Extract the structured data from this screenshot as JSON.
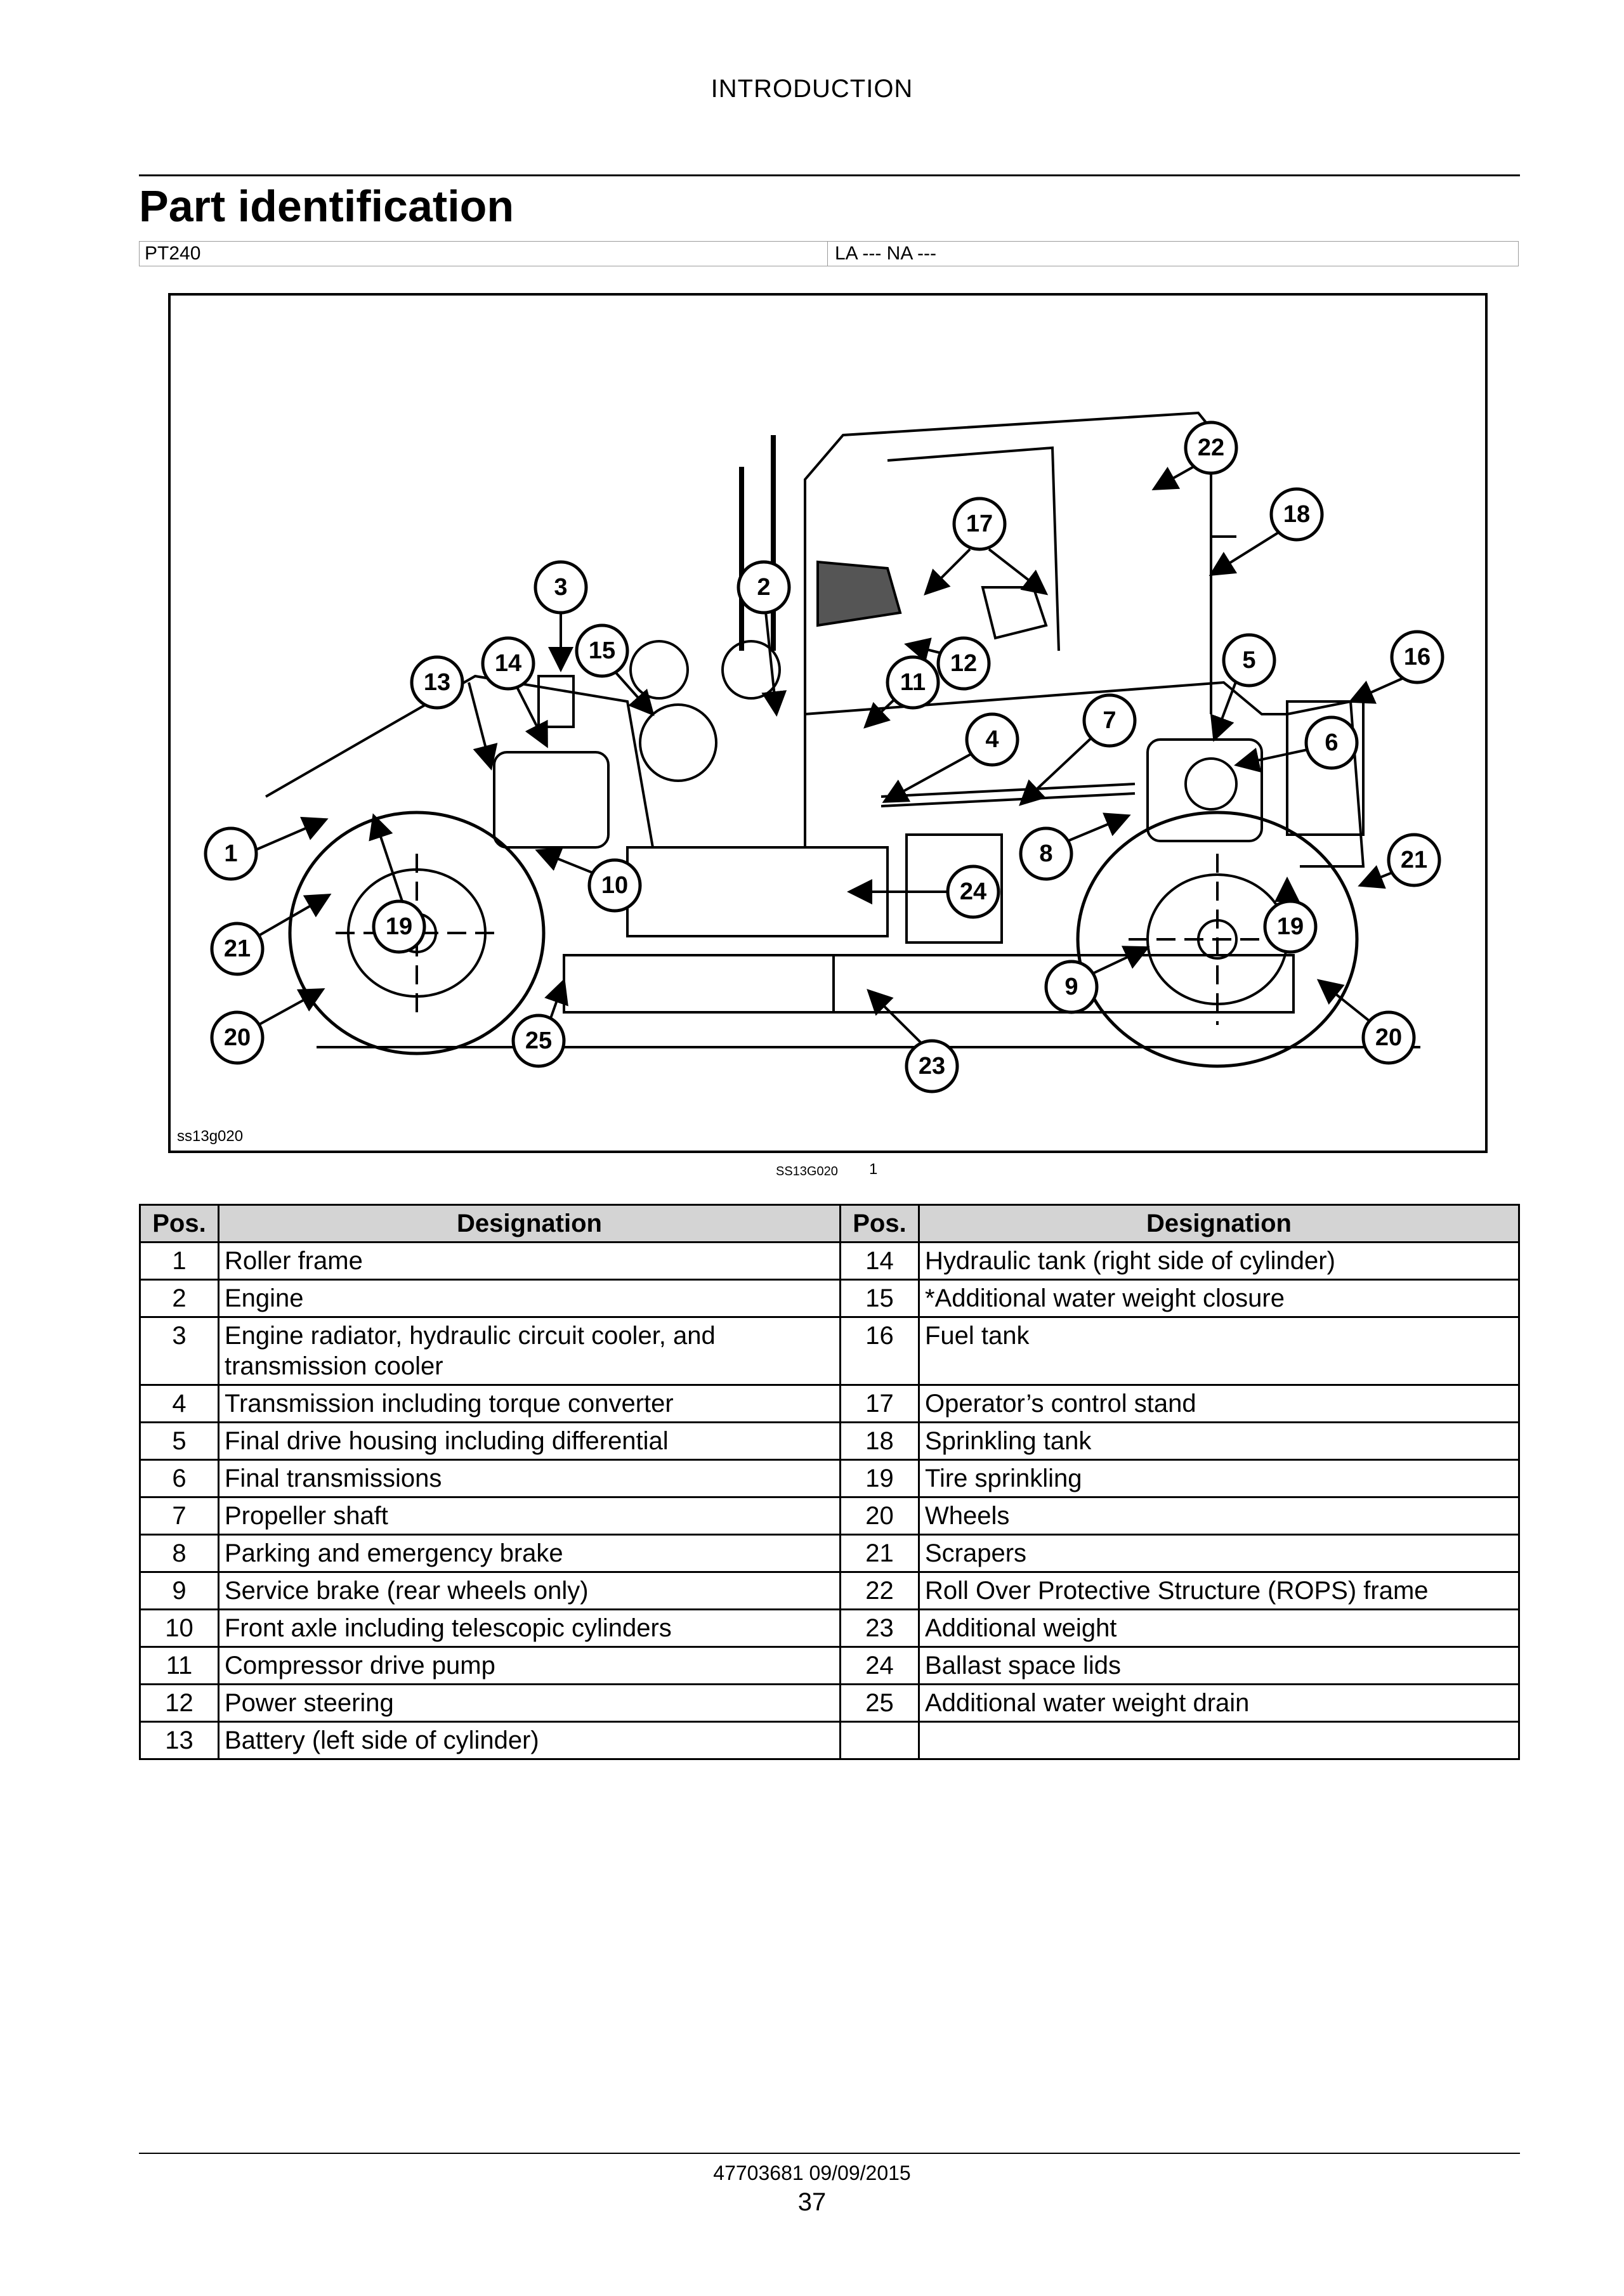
{
  "header": {
    "title": "INTRODUCTION"
  },
  "page": {
    "title": "Part identification",
    "model": "PT240",
    "region": "LA --- NA ---"
  },
  "figure": {
    "code": "ss13g020",
    "caption_code": "SS13G020",
    "caption_number": "1",
    "callouts": [
      {
        "n": "1"
      },
      {
        "n": "2"
      },
      {
        "n": "3"
      },
      {
        "n": "4"
      },
      {
        "n": "5"
      },
      {
        "n": "6"
      },
      {
        "n": "7"
      },
      {
        "n": "8"
      },
      {
        "n": "9"
      },
      {
        "n": "10"
      },
      {
        "n": "11"
      },
      {
        "n": "12"
      },
      {
        "n": "13"
      },
      {
        "n": "14"
      },
      {
        "n": "15"
      },
      {
        "n": "16"
      },
      {
        "n": "17"
      },
      {
        "n": "18"
      },
      {
        "n": "19"
      },
      {
        "n": "19"
      },
      {
        "n": "20"
      },
      {
        "n": "20"
      },
      {
        "n": "21"
      },
      {
        "n": "21"
      },
      {
        "n": "22"
      },
      {
        "n": "23"
      },
      {
        "n": "24"
      },
      {
        "n": "25"
      }
    ]
  },
  "table": {
    "headers": [
      "Pos.",
      "Designation",
      "Pos.",
      "Designation"
    ],
    "rows": [
      {
        "p1": "1",
        "d1": "Roller frame",
        "p2": "14",
        "d2": "Hydraulic tank (right side of cylinder)"
      },
      {
        "p1": "2",
        "d1": "Engine",
        "p2": "15",
        "d2": "*Additional water weight closure"
      },
      {
        "p1": "3",
        "d1": "Engine radiator, hydraulic circuit cooler, and transmission cooler",
        "p2": "16",
        "d2": "Fuel tank"
      },
      {
        "p1": "4",
        "d1": "Transmission including torque converter",
        "p2": "17",
        "d2": "Operator’s control stand"
      },
      {
        "p1": "5",
        "d1": "Final drive housing including differential",
        "p2": "18",
        "d2": "Sprinkling tank"
      },
      {
        "p1": "6",
        "d1": "Final transmissions",
        "p2": "19",
        "d2": "Tire sprinkling"
      },
      {
        "p1": "7",
        "d1": "Propeller shaft",
        "p2": "20",
        "d2": "Wheels"
      },
      {
        "p1": "8",
        "d1": "Parking and emergency brake",
        "p2": "21",
        "d2": "Scrapers"
      },
      {
        "p1": "9",
        "d1": "Service brake (rear wheels only)",
        "p2": "22",
        "d2": "Roll Over Protective Structure (ROPS) frame"
      },
      {
        "p1": "10",
        "d1": "Front axle including telescopic cylinders",
        "p2": "23",
        "d2": "Additional weight"
      },
      {
        "p1": "11",
        "d1": "Compressor drive pump",
        "p2": "24",
        "d2": "Ballast space lids"
      },
      {
        "p1": "12",
        "d1": "Power steering",
        "p2": "25",
        "d2": "Additional water weight drain"
      },
      {
        "p1": "13",
        "d1": "Battery (left side of cylinder)",
        "p2": "",
        "d2": ""
      }
    ]
  },
  "footer": {
    "doc": "47703681 09/09/2015",
    "page": "37"
  }
}
